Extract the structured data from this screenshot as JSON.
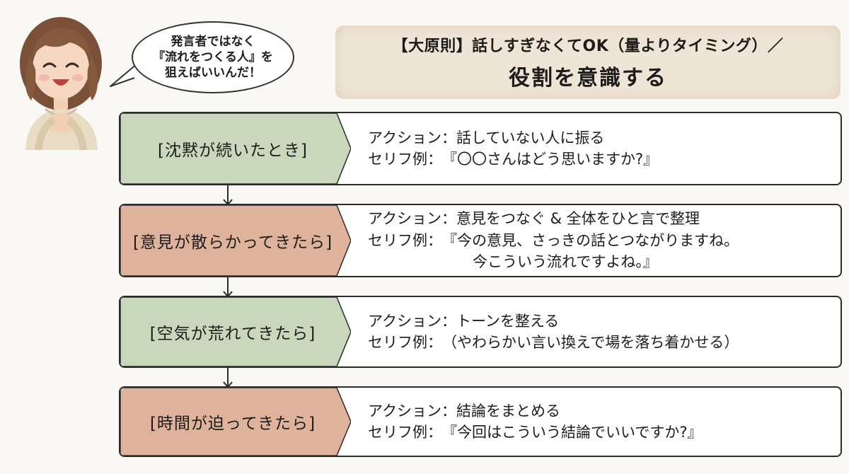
{
  "speech_bubble": {
    "lines": [
      "発言者ではなく",
      "『流れをつくる人』を",
      "狙えばいいんだ！"
    ]
  },
  "title": {
    "line1": "【大原則】話しすぎなくてOK（量よりタイミング）／",
    "line2": "役割を意識する"
  },
  "colors": {
    "green_label": "#c9d7bd",
    "salmon_label": "#dfb29c",
    "title_bg": "#efe5d6"
  },
  "rows": [
    {
      "label": "[沈黙が続いたとき]",
      "color": "green",
      "action_key": "アクション：",
      "action": "話していない人に振る",
      "example_key": "セリフ例：",
      "example": [
        "『〇〇さんはどう思いますか?』"
      ]
    },
    {
      "label": "[意見が散らかってきたら]",
      "color": "salmon",
      "action_key": "アクション：",
      "action": "意見をつなぐ & 全体をひと言で整理",
      "example_key": "セリフ例：",
      "example": [
        "『今の意見、さっきの話とつながりますね。",
        "今こういう流れですよね。』"
      ]
    },
    {
      "label": "[空気が荒れてきたら]",
      "color": "green",
      "action_key": "アクション：",
      "action": "トーンを整える",
      "example_key": "セリフ例：",
      "example": [
        "（やわらかい言い換えで場を落ち着かせる）"
      ]
    },
    {
      "label": "[時間が迫ってきたら]",
      "color": "salmon",
      "action_key": "アクション：",
      "action": "結論をまとめる",
      "example_key": "セリフ例：",
      "example": [
        "『今回はこういう結論でいいですか?』"
      ]
    }
  ]
}
